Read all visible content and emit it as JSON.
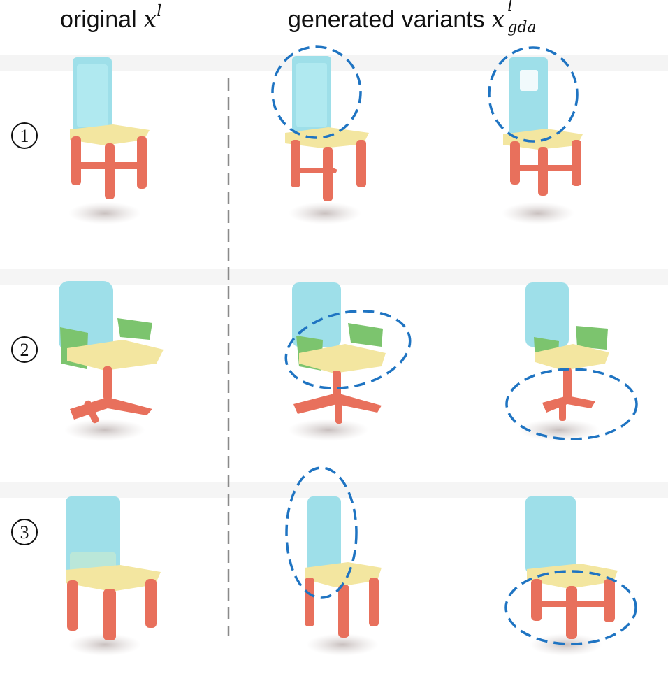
{
  "header": {
    "original_text": "original ",
    "original_var": "x",
    "original_sup": "l",
    "generated_text": "generated variants ",
    "generated_var": "x",
    "generated_sup": "l",
    "generated_sub": "gda"
  },
  "rows": [
    {
      "marker": "1"
    },
    {
      "marker": "2"
    },
    {
      "marker": "3"
    }
  ],
  "colors": {
    "back": "#8ed8e4",
    "back_light": "#b8ecf2",
    "seat": "#f3e6a0",
    "legs": "#e8705c",
    "arms": "#7cc46e",
    "ellipse": "#1f74c2",
    "divider": "#8a8a8a",
    "band": "#f3f3f3"
  }
}
